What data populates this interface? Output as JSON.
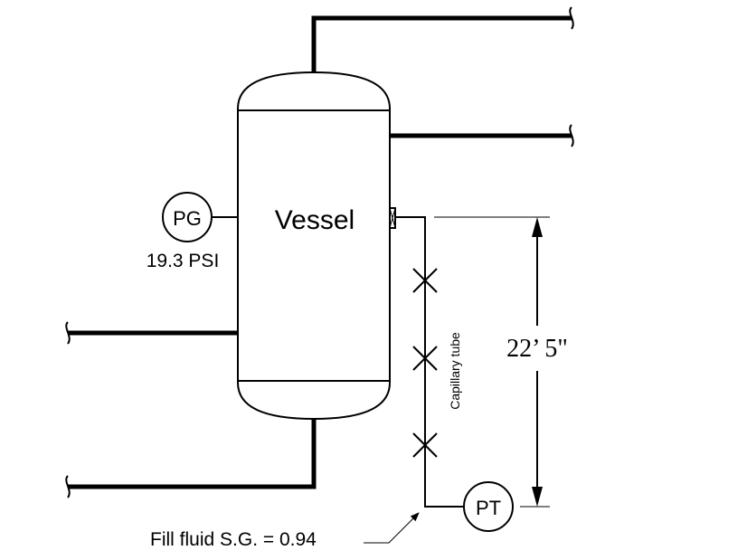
{
  "vessel": {
    "label": "Vessel"
  },
  "pressure_gauge": {
    "tag": "PG",
    "reading": "19.3 PSI"
  },
  "pressure_transmitter": {
    "tag": "PT"
  },
  "capillary": {
    "label": "Capillary tube"
  },
  "dimension": {
    "label": "22’ 5\""
  },
  "fill_fluid": {
    "label": "Fill fluid S.G. = 0.94"
  }
}
